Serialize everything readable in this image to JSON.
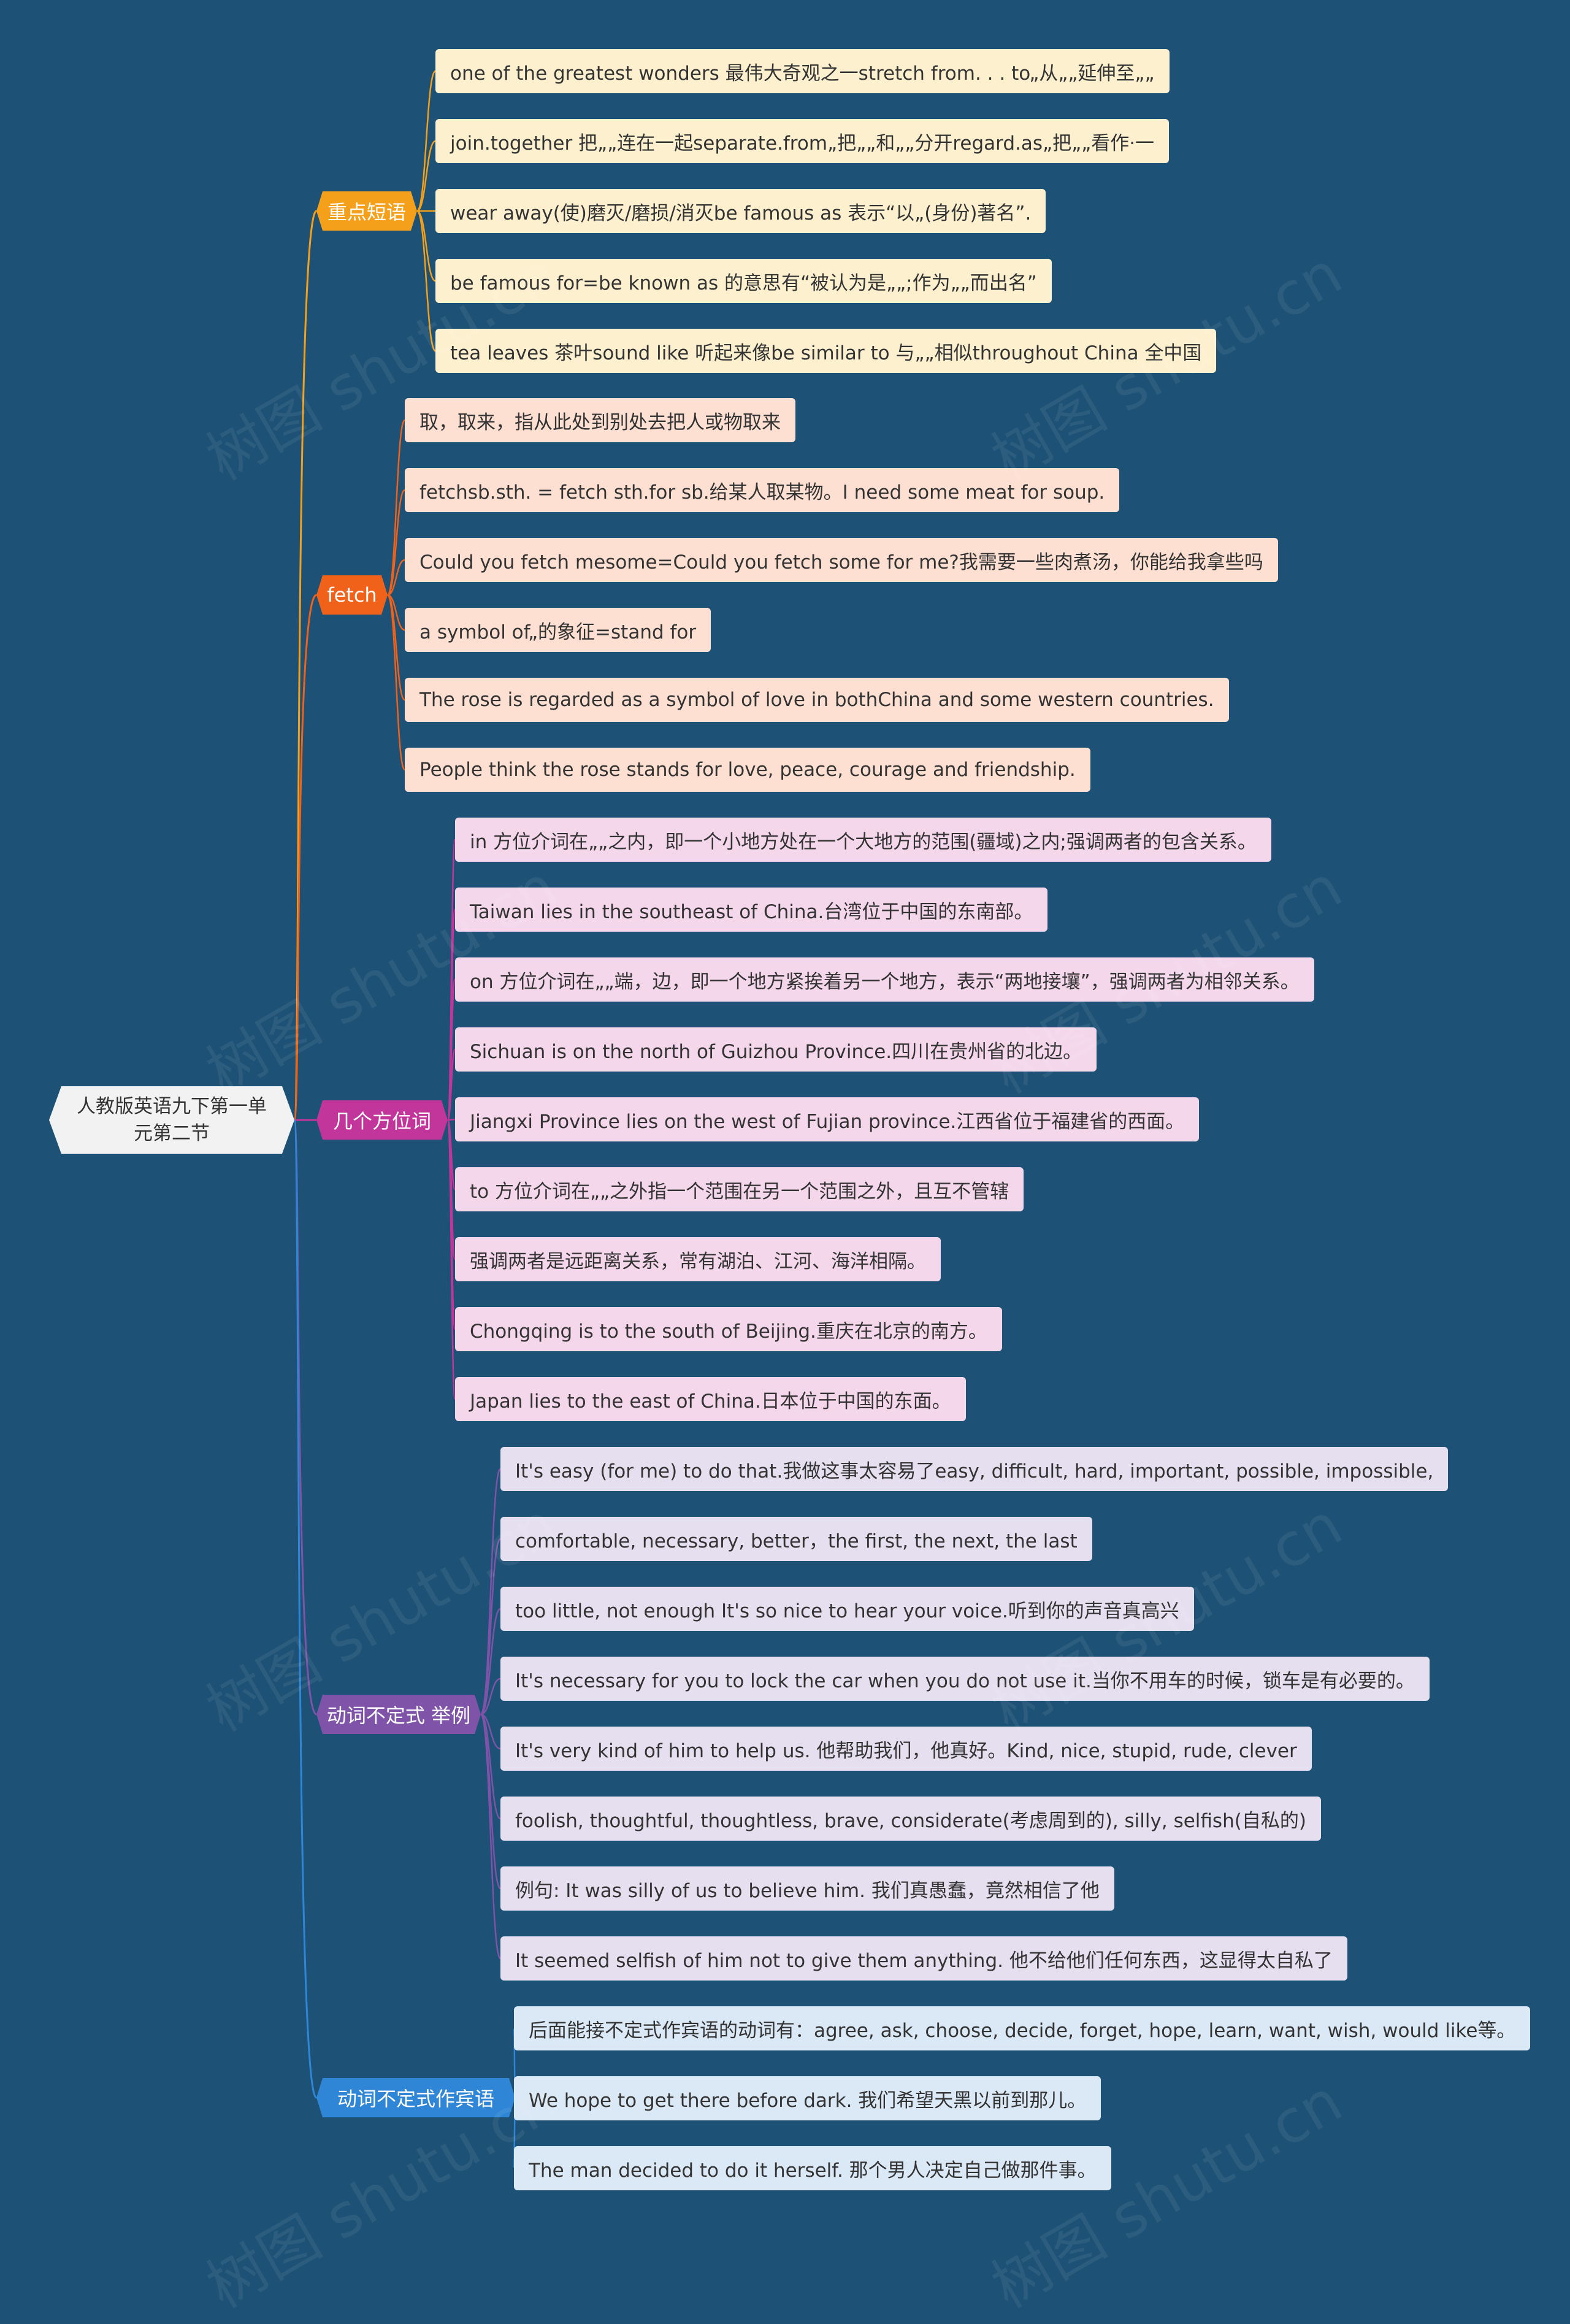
{
  "root": {
    "label": "人教版英语九下第一单元第二节"
  },
  "watermark": "树图 shutu.cn",
  "branches": [
    {
      "label": "重点短语",
      "color": "#f5a01a",
      "leaf_bg": "#fdf0cf",
      "leaves": [
        "one of the greatest wonders 最伟大奇观之一stretch from. . . to„从„„延伸至„„",
        "join.together 把„„连在一起separate.from„把„„和„„分开regard.as„把„„看作·一",
        "wear away(使)磨灭/磨损/消灭be famous as 表示“以„(身份)著名”.",
        "be famous for=be known as 的意思有“被认为是„„;作为„„而出名”",
        "tea leaves 茶叶sound like 听起来像be similar to 与„„相似throughout China 全中国"
      ]
    },
    {
      "label": "fetch",
      "color": "#f0621a",
      "leaf_bg": "#fde0d2",
      "leaves": [
        "取，取来，指从此处到别处去把人或物取来",
        "fetchsb.sth. = fetch sth.for sb.给某人取某物。I need some meat for soup.",
        "Could you fetch mesome=Could you fetch some for me?我需要一些肉煮汤，你能给我拿些吗",
        "a symbol of„的象征=stand for",
        "The rose is regarded as a symbol of love in bothChina and some western countries.",
        "People think the rose stands for love, peace, courage and friendship."
      ]
    },
    {
      "label": "几个方位词",
      "color": "#c2359a",
      "leaf_bg": "#f5d7ec",
      "leaves": [
        "in 方位介词在„„之内，即一个小地方处在一个大地方的范围(疆域)之内;强调两者的包含关系。",
        "Taiwan lies in the southeast of China.台湾位于中国的东南部。",
        "on 方位介词在„„端，边，即一个地方紧挨着另一个地方，表示“两地接壤”，强调两者为相邻关系。",
        "Sichuan is on the north of Guizhou Province.四川在贵州省的北边。",
        "Jiangxi Province lies on the west of Fujian province.江西省位于福建省的西面。",
        "to 方位介词在„„之外指一个范围在另一个范围之外，且互不管辖",
        "强调两者是远距离关系，常有湖泊、江河、海洋相隔。",
        "Chongqing is to the south of Beijing.重庆在北京的南方。",
        "Japan lies to the east of China.日本位于中国的东面。"
      ]
    },
    {
      "label": "动词不定式 举例",
      "color": "#7e53a8",
      "leaf_bg": "#e6dff0",
      "leaves": [
        "It's easy (for me) to do that.我做这事太容易了easy,   difficult,   hard,   important,   possible,   impossible,",
        "comfortable,   necessary,   better，the first,   the next,   the last",
        "too little,   not enough      It's so nice to hear your voice.听到你的声音真高兴",
        "It's necessary for you to lock the car when you do not use it.当你不用车的时候，锁车是有必要的。",
        "It's very kind of him to help us.   他帮助我们，他真好。Kind,   nice,   stupid,   rude,   clever",
        "foolish,   thoughtful,   thoughtless,   brave,   considerate(考虑周到的),   silly,   selfish(自私的)",
        "例句:      It was silly of us to believe him.   我们真愚蠢，竟然相信了他",
        "It seemed selfish of him not to give them anything.   他不给他们任何东西，这显得太自私了"
      ]
    },
    {
      "label": "动词不定式作宾语",
      "color": "#2f86d6",
      "leaf_bg": "#dbe9f6",
      "leaves": [
        "后面能接不定式作宾语的动词有：agree, ask, choose, decide, forget, hope, learn, want, wish, would like等。",
        "We hope to get there before dark. 我们希望天黑以前到那儿。",
        "The man decided to do it herself. 那个男人决定自己做那件事。"
      ]
    }
  ]
}
